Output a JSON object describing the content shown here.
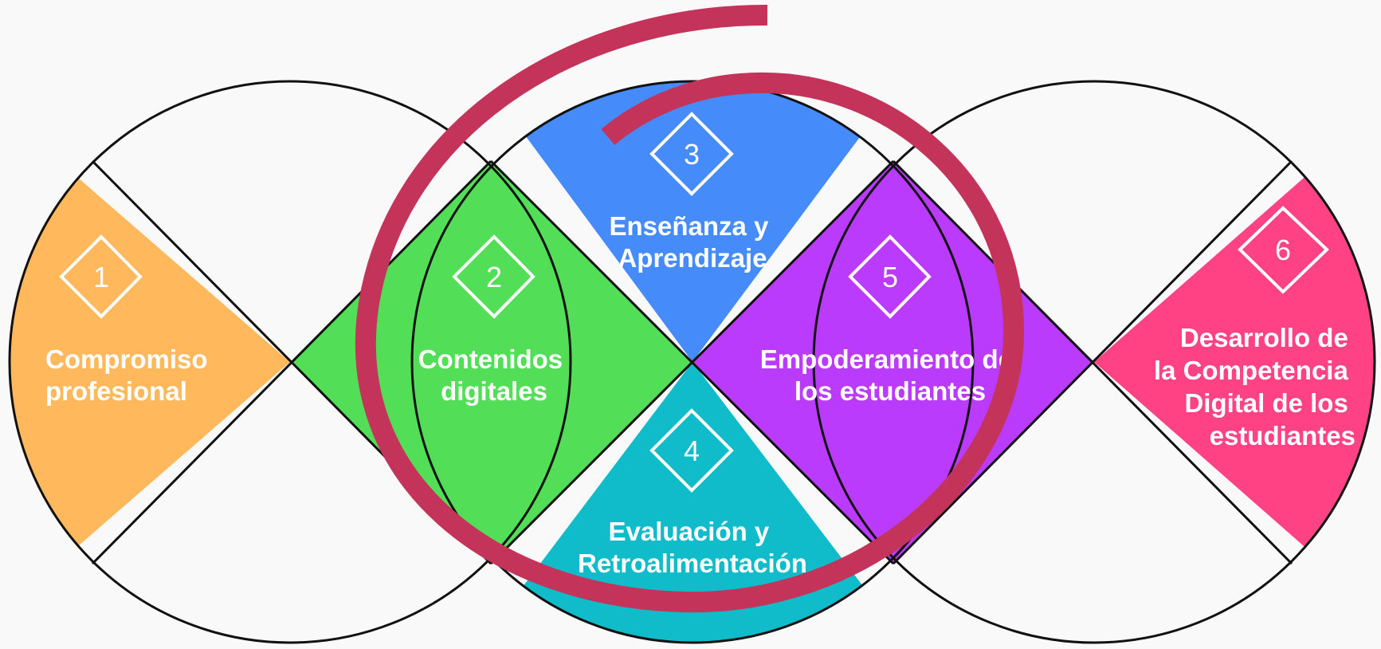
{
  "diagram": {
    "areas": [
      {
        "number": "1",
        "title_lines": [
          "Compromiso",
          "profesional"
        ],
        "color": "#ffb85c"
      },
      {
        "number": "2",
        "title_lines": [
          "Contenidos",
          "digitales"
        ],
        "color": "#52df57"
      },
      {
        "number": "3",
        "title_lines": [
          "Enseñanza y",
          "Aprendizaje"
        ],
        "color": "#458bf9"
      },
      {
        "number": "4",
        "title_lines": [
          "Evaluación y",
          "Retroalimentación"
        ],
        "color": "#10bbca"
      },
      {
        "number": "5",
        "title_lines": [
          "Empoderamiento de",
          "los estudiantes"
        ],
        "color": "#bb3bfd"
      },
      {
        "number": "6",
        "title_lines": [
          "Desarrollo de",
          "la Competencia",
          "Digital de los",
          "estudiantes"
        ],
        "color": "#ff4283"
      }
    ],
    "highlight_color": "#c4345a"
  }
}
